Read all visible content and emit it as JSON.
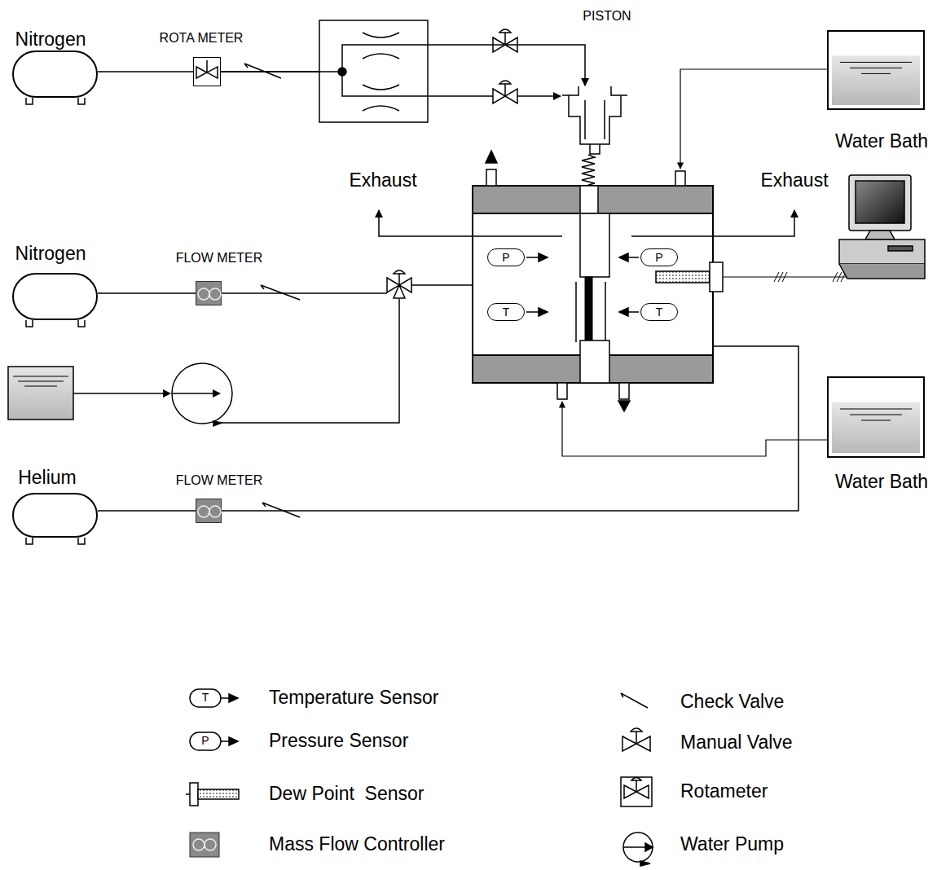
{
  "diagram": {
    "nodes": [
      {
        "text": [
          "Nitrogen"
        ]
      },
      {
        "text": [
          "ROTA METER"
        ]
      },
      {
        "text": [
          "PISTON"
        ]
      },
      {
        "text": [
          "Water Bath"
        ]
      },
      {
        "text": [
          "P"
        ]
      },
      {
        "text": [
          "P"
        ]
      },
      {
        "text": [
          "Nitrogen"
        ]
      },
      {
        "text": [
          "FLOW METER"
        ]
      },
      {
        "text": [
          "T"
        ]
      },
      {
        "text": [
          "T"
        ]
      },
      {
        "text": [
          "Helium"
        ]
      },
      {
        "text": [
          "FLOW METER"
        ]
      },
      {
        "text": [
          "Water Bath"
        ]
      }
    ],
    "edges": [
      {
        "from": 0,
        "to": 1,
        "arrow": "none"
      },
      {
        "from": 1,
        "to": 2,
        "arrow": "to"
      },
      {
        "from": 6,
        "to": 7,
        "arrow": "none"
      },
      {
        "from": 10,
        "to": 11,
        "arrow": "none"
      }
    ],
    "labels": [
      "Exhaust",
      "Exhaust",
      "T",
      "P"
    ],
    "legend": [
      {
        "text": "Temperature Sensor"
      },
      {
        "text": "Check Valve"
      },
      {
        "text": "Pressure Sensor"
      },
      {
        "text": "Manual Valve"
      },
      {
        "text": "Dew Point  Sensor"
      },
      {
        "text": "Rotameter"
      },
      {
        "text": "Mass Flow Controller"
      },
      {
        "text": "Water Pump"
      }
    ]
  }
}
